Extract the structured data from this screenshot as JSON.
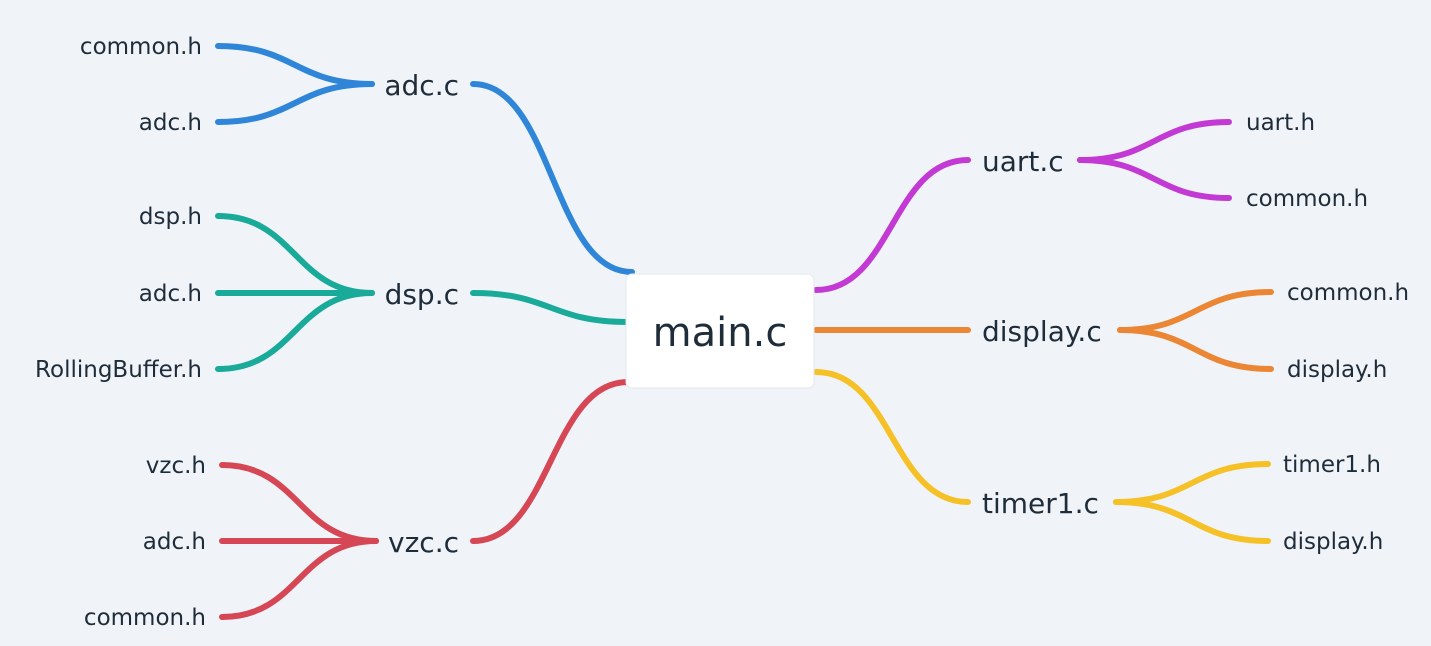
{
  "root": {
    "label": "main.c"
  },
  "branches": [
    {
      "label": "adc.c",
      "color": "#2f86d9",
      "children": [
        {
          "label": "common.h"
        },
        {
          "label": "adc.h"
        }
      ]
    },
    {
      "label": "dsp.c",
      "color": "#1aaa9a",
      "children": [
        {
          "label": "dsp.h"
        },
        {
          "label": "adc.h"
        },
        {
          "label": "RollingBuffer.h"
        }
      ]
    },
    {
      "label": "vzc.c",
      "color": "#d64755",
      "children": [
        {
          "label": "vzc.h"
        },
        {
          "label": "adc.h"
        },
        {
          "label": "common.h"
        }
      ]
    },
    {
      "label": "uart.c",
      "color": "#c23ad3",
      "children": [
        {
          "label": "uart.h"
        },
        {
          "label": "common.h"
        }
      ]
    },
    {
      "label": "display.c",
      "color": "#eb8634",
      "children": [
        {
          "label": "common.h"
        },
        {
          "label": "display.h"
        }
      ]
    },
    {
      "label": "timer1.c",
      "color": "#f5c126",
      "children": [
        {
          "label": "timer1.h"
        },
        {
          "label": "display.h"
        }
      ]
    }
  ]
}
